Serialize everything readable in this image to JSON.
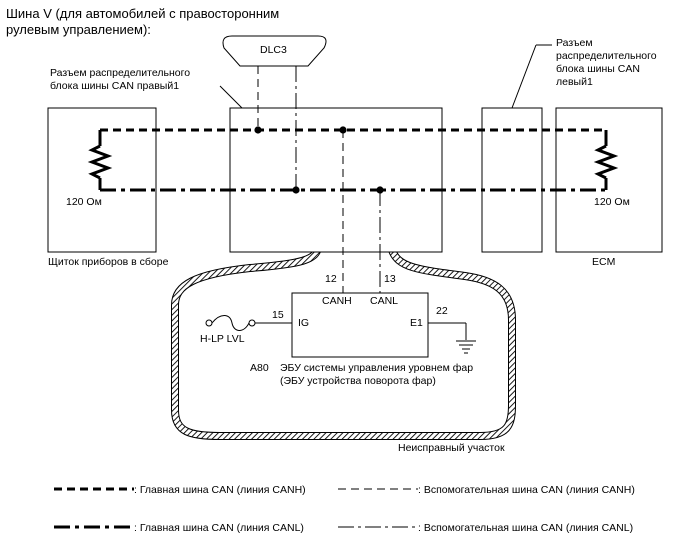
{
  "title": {
    "line1": "Шина V (для автомобилей с правосторонним",
    "line2": "рулевым управлением):"
  },
  "labels": {
    "dlc3": "DLC3",
    "junction_right_1": "Разъем распределительного",
    "junction_right_2": "блока шины CAN правый1",
    "junction_left_1": "Разъем",
    "junction_left_2": "распределительного",
    "junction_left_3": "блока шины CAN",
    "junction_left_4": "левый1",
    "resistor_left": "120 Ом",
    "resistor_right": "120 Ом",
    "meter": "Щиток приборов в сборе",
    "ecm": "ECM",
    "pin12": "12",
    "pin13": "13",
    "pin15": "15",
    "pin22": "22",
    "canh": "CANH",
    "canl": "CANL",
    "ig": "IG",
    "e1": "E1",
    "hlp": "H-LP LVL",
    "a80": "A80",
    "ecu_1": "ЭБУ системы управления уровнем фар",
    "ecu_2": "(ЭБУ устройства поворота фар)",
    "faulty": "Неисправный участок"
  },
  "legend": {
    "main_canh": ": Главная шина CAN (линия CANH)",
    "branch_canh": ": Вспомогательная шина CAN (линия CANH)",
    "main_canl": ": Главная шина CAN (линия CANL)",
    "branch_canl": ": Вспомогательная шина CAN (линия CANL)"
  }
}
